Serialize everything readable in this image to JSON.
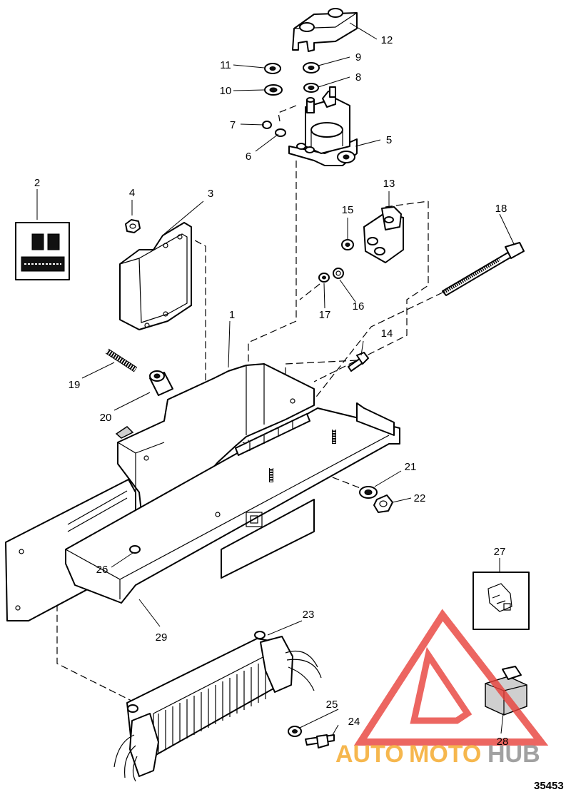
{
  "figure_number": "35453",
  "callouts": [
    "1",
    "2",
    "3",
    "4",
    "5",
    "6",
    "7",
    "8",
    "9",
    "10",
    "11",
    "12",
    "13",
    "14",
    "15",
    "16",
    "17",
    "18",
    "19",
    "20",
    "21",
    "22",
    "23",
    "24",
    "25",
    "26",
    "27",
    "28",
    "29"
  ],
  "watermark": {
    "part1": "AUTO",
    "part2": "MOTO",
    "part3": "HUB",
    "color_red": "#e8403a",
    "color_orange": "#f5a623",
    "color_grey": "#8a8a8a"
  }
}
